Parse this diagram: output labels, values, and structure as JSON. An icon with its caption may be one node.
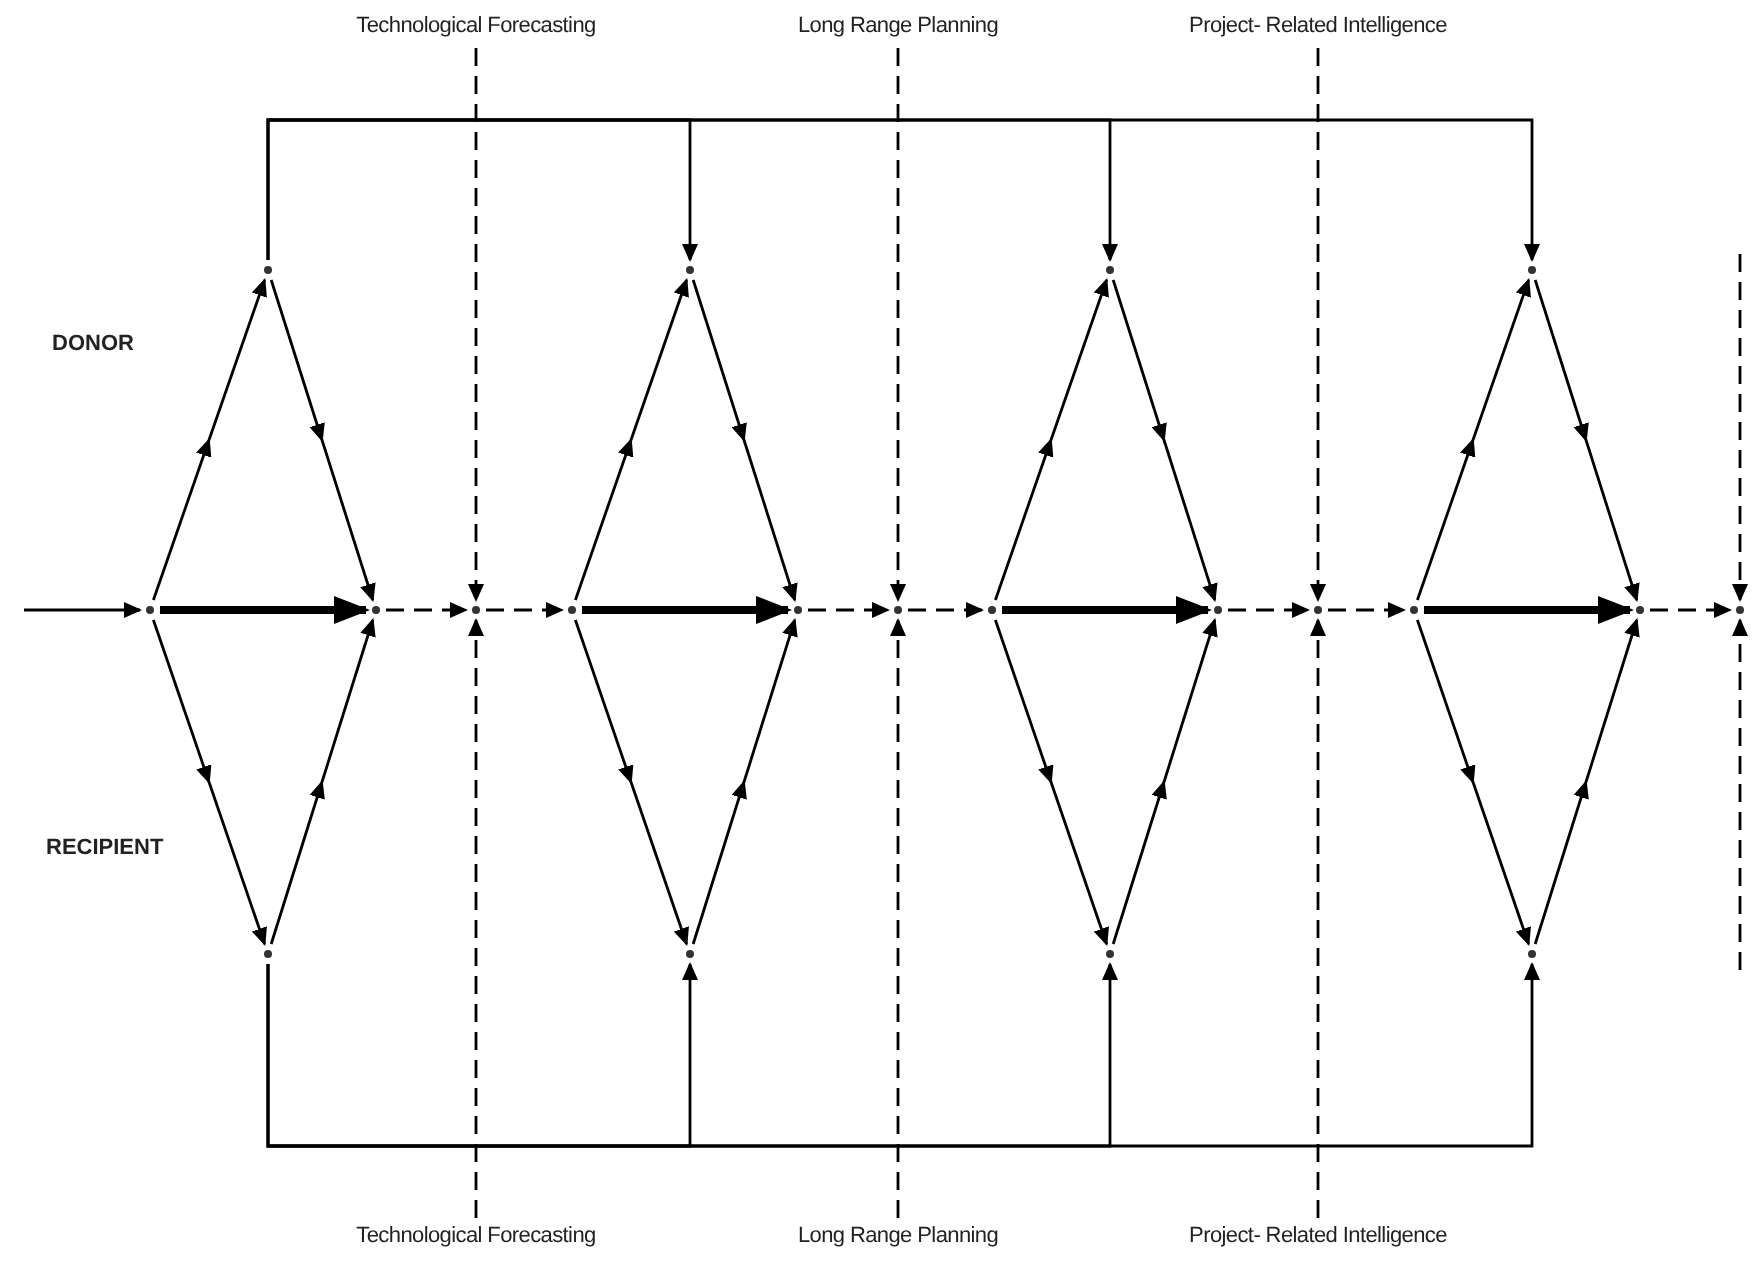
{
  "diagram": {
    "nodes": [
      {
        "text": [
          "Technological Forecasting"
        ]
      },
      {
        "text": [
          "Long Range Planning"
        ]
      },
      {
        "text": [
          "Project- Related Intelligence"
        ]
      },
      {
        "text": [],
        "shape": "point"
      },
      {
        "text": [],
        "shape": "point"
      },
      {
        "text": [],
        "shape": "point"
      },
      {
        "text": [],
        "shape": "point"
      },
      {
        "text": [],
        "shape": "point"
      },
      {
        "text": [],
        "shape": "point"
      },
      {
        "text": [],
        "shape": "point"
      },
      {
        "text": [],
        "shape": "point"
      },
      {
        "text": [],
        "shape": "point"
      },
      {
        "text": [],
        "shape": "point"
      },
      {
        "text": [],
        "shape": "point"
      },
      {
        "text": [],
        "shape": "point"
      },
      {
        "text": [],
        "shape": "point"
      },
      {
        "text": [],
        "shape": "point"
      },
      {
        "text": [],
        "shape": "point"
      },
      {
        "text": [],
        "shape": "point"
      },
      {
        "text": [],
        "shape": "point"
      },
      {
        "text": [],
        "shape": "point"
      },
      {
        "text": [],
        "shape": "point"
      },
      {
        "text": [],
        "shape": "point"
      },
      {
        "text": [
          "Technological Forecasting"
        ]
      },
      {
        "text": [
          "Long Range Planning"
        ]
      },
      {
        "text": [
          "Project- Related Intelligence"
        ]
      }
    ],
    "edges": [
      {
        "from": null,
        "to": 4,
        "arrow": "to"
      },
      {
        "from": 4,
        "to": 3,
        "arrow": "to"
      },
      {
        "from": 3,
        "to": 5,
        "arrow": "to"
      },
      {
        "from": 4,
        "to": 6,
        "arrow": "to"
      },
      {
        "from": 6,
        "to": 5,
        "arrow": "to"
      },
      {
        "from": 4,
        "to": 5,
        "arrow": "to",
        "style": "thick"
      },
      {
        "from": 5,
        "to": 7,
        "arrow": "to",
        "style": "dashed"
      },
      {
        "from": 7,
        "to": 9,
        "arrow": "to",
        "style": "dashed"
      },
      {
        "from": 9,
        "to": 8,
        "arrow": "to"
      },
      {
        "from": 8,
        "to": 10,
        "arrow": "to"
      },
      {
        "from": 9,
        "to": 11,
        "arrow": "to"
      },
      {
        "from": 11,
        "to": 10,
        "arrow": "to"
      },
      {
        "from": 9,
        "to": 10,
        "arrow": "to",
        "style": "thick"
      },
      {
        "from": 10,
        "to": 12,
        "arrow": "to",
        "style": "dashed"
      },
      {
        "from": 12,
        "to": 14,
        "arrow": "to",
        "style": "dashed"
      },
      {
        "from": 14,
        "to": 13,
        "arrow": "to"
      },
      {
        "from": 13,
        "to": 15,
        "arrow": "to"
      },
      {
        "from": 14,
        "to": 16,
        "arrow": "to"
      },
      {
        "from": 16,
        "to": 15,
        "arrow": "to"
      },
      {
        "from": 14,
        "to": 15,
        "arrow": "to",
        "style": "thick"
      },
      {
        "from": 15,
        "to": 17,
        "arrow": "to",
        "style": "dashed"
      },
      {
        "from": 17,
        "to": 19,
        "arrow": "to",
        "style": "dashed"
      },
      {
        "from": 19,
        "to": 18,
        "arrow": "to"
      },
      {
        "from": 18,
        "to": 20,
        "arrow": "to"
      },
      {
        "from": 19,
        "to": 21,
        "arrow": "to"
      },
      {
        "from": 21,
        "to": 20,
        "arrow": "to"
      },
      {
        "from": 19,
        "to": 20,
        "arrow": "to",
        "style": "thick"
      },
      {
        "from": 20,
        "to": 22,
        "arrow": "to",
        "style": "dashed"
      },
      {
        "from": 0,
        "to": 7,
        "arrow": "to",
        "style": "dashed"
      },
      {
        "from": 23,
        "to": 7,
        "arrow": "to",
        "style": "dashed"
      },
      {
        "from": 1,
        "to": 12,
        "arrow": "to",
        "style": "dashed"
      },
      {
        "from": 24,
        "to": 12,
        "arrow": "to",
        "style": "dashed"
      },
      {
        "from": 2,
        "to": 17,
        "arrow": "to",
        "style": "dashed"
      },
      {
        "from": 25,
        "to": 17,
        "arrow": "to",
        "style": "dashed"
      },
      {
        "from": null,
        "to": 22,
        "arrow": "to",
        "style": "dashed"
      },
      {
        "from": null,
        "to": 22,
        "arrow": "to",
        "style": "dashed"
      },
      {
        "from": 3,
        "to": 8,
        "arrow": "to"
      },
      {
        "from": 3,
        "to": 13,
        "arrow": "to"
      },
      {
        "from": 3,
        "to": 18,
        "arrow": "to"
      },
      {
        "from": 6,
        "to": 11,
        "arrow": "to"
      },
      {
        "from": 6,
        "to": 16,
        "arrow": "to"
      },
      {
        "from": 6,
        "to": 21,
        "arrow": "to"
      }
    ],
    "labels": [
      "DONOR",
      "RECIPIENT"
    ]
  }
}
